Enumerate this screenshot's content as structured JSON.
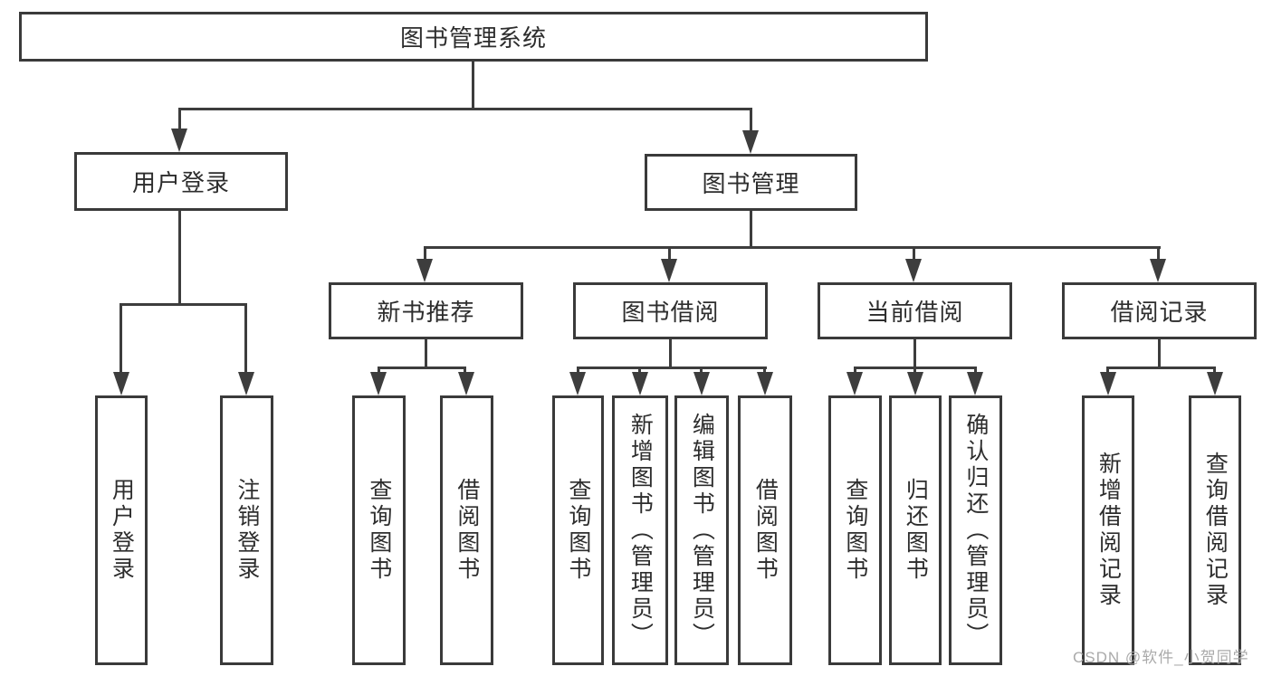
{
  "diagram": {
    "root": {
      "label": "图书管理系统"
    },
    "level1": [
      {
        "label": "用户登录"
      },
      {
        "label": "图书管理"
      }
    ],
    "level2": [
      {
        "label": "新书推荐"
      },
      {
        "label": "图书借阅"
      },
      {
        "label": "当前借阅"
      },
      {
        "label": "借阅记录"
      }
    ],
    "leaves": {
      "user": [
        "用户登录",
        "注销登录"
      ],
      "newBooks": [
        "查询图书",
        "借阅图书"
      ],
      "bookBorrow": [
        "查询图书",
        "新增图书（管理员）",
        "编辑图书（管理员）",
        "借阅图书"
      ],
      "currentBorrow": [
        "查询图书",
        "归还图书",
        "确认归还（管理员）"
      ],
      "borrowRecords": [
        "新增借阅记录",
        "查询借阅记录"
      ]
    },
    "watermark": "CSDN @软件_小贺同学",
    "colors": {
      "line": "#3d3d3d",
      "text": "#2d2d2d",
      "watermark": "#b0b0b0",
      "background": "#ffffff"
    }
  }
}
